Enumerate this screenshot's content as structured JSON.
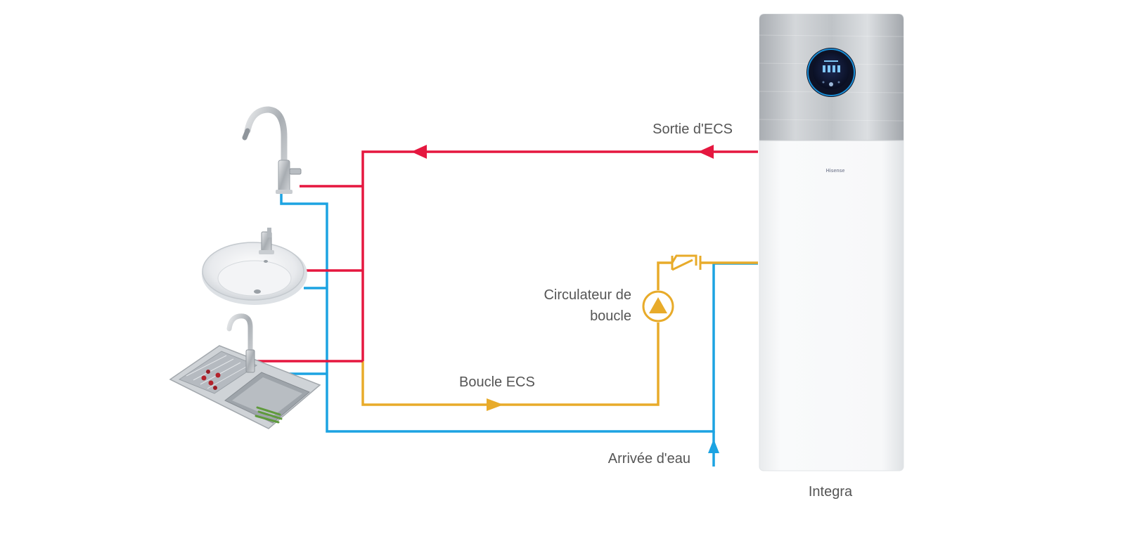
{
  "labels": {
    "hot_outlet": "Sortie d'ECS",
    "circulator_line1": "Circulateur de",
    "circulator_line2": "boucle",
    "loop": "Boucle ECS",
    "water_inlet": "Arrivée d'eau",
    "unit_name": "Integra",
    "unit_brand": "Hisense"
  },
  "colors": {
    "hot": "#e5173f",
    "cold": "#1ca3e2",
    "loop": "#e8ab2a",
    "label": "#555555"
  },
  "icons": {
    "faucet": "kitchen-faucet-icon",
    "basin": "washbasin-icon",
    "sink": "double-sink-icon",
    "unit": "heat-pump-water-heater-icon",
    "pump": "circulator-pump-icon",
    "valve": "check-valve-icon"
  }
}
